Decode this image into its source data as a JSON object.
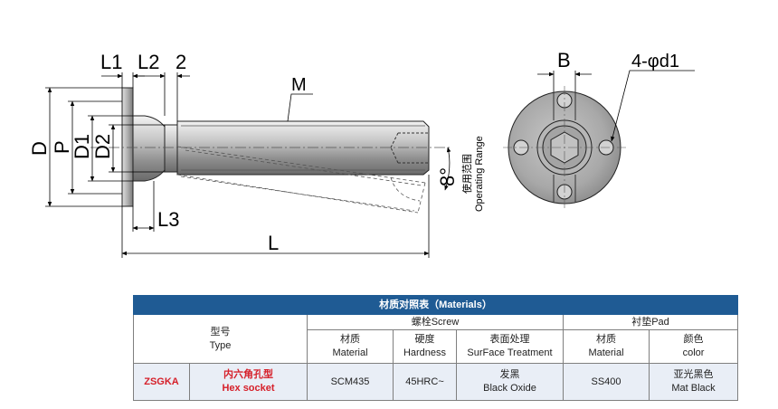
{
  "drawing": {
    "dimensions": {
      "L1": "L1",
      "L2": "L2",
      "two": "2",
      "M": "M",
      "D": "D",
      "P": "P",
      "D1": "D1",
      "D2": "D2",
      "L3": "L3",
      "L": "L",
      "angle": "8°",
      "operating_range_cn": "使用范围",
      "operating_range_en": "Operating Range",
      "B": "B",
      "holes": "4-φd1"
    }
  },
  "table": {
    "title": "材质对照表（Materials）",
    "type_cn": "型号",
    "type_en": "Type",
    "screw_header": "螺栓Screw",
    "pad_header": "衬垫Pad",
    "cols": {
      "screw_material_cn": "材质",
      "screw_material_en": "Material",
      "hardness_cn": "硬度",
      "hardness_en": "Hardness",
      "surface_cn": "表面处理",
      "surface_en": "SurFace Treatment",
      "pad_material_cn": "材质",
      "pad_material_en": "Material",
      "color_cn": "颜色",
      "color_en": "color"
    },
    "row": {
      "code": "ZSGKA",
      "type_cn": "内六角孔型",
      "type_en": "Hex socket",
      "screw_material": "SCM435",
      "hardness": "45HRC~",
      "surface_cn": "发黑",
      "surface_en": "Black Oxide",
      "pad_material": "SS400",
      "color_cn": "亚光黑色",
      "color_en": "Mat Black"
    }
  },
  "colors": {
    "header_bg": "#1f5b94",
    "accent_red": "#d6202a",
    "data_row_bg": "#e9eef6"
  }
}
